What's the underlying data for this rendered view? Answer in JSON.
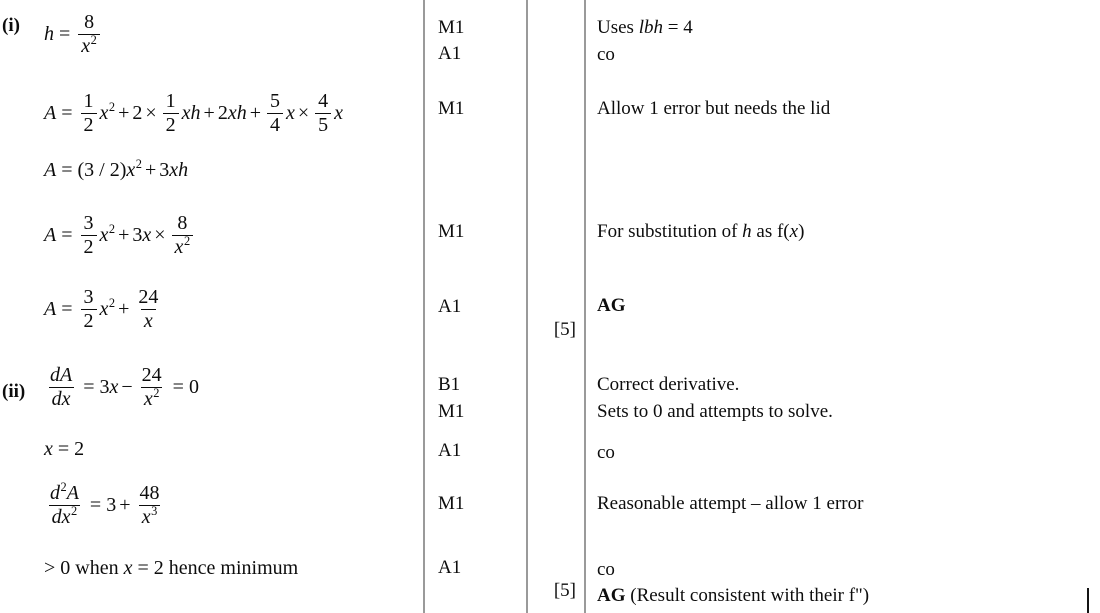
{
  "document": {
    "type": "mark-scheme",
    "columns": [
      "working",
      "marks",
      "total",
      "comments"
    ]
  },
  "parts": [
    {
      "label": "(i)",
      "total": "[5]",
      "lines": [
        {
          "math": "h = 8 / x^2",
          "mark": "M1",
          "comment": "Uses lbh = 4"
        },
        {
          "math": "",
          "mark": "A1",
          "comment": "co"
        },
        {
          "math": "A = (1/2)x^2 + 2 x (1/2)xh + 2xh + (5/4)x x (4/5)x",
          "mark": "M1",
          "comment": "Allow 1 error but needs the lid"
        },
        {
          "math": "A = (3/2)x^2 + 3xh",
          "mark": "",
          "comment": ""
        },
        {
          "math": "A = (3/2)x^2 + 3x x 8/x^2",
          "mark": "M1",
          "comment": "For substitution of h as f(x)"
        },
        {
          "math": "A = (3/2)x^2 + 24/x",
          "mark": "A1",
          "comment": "AG"
        }
      ]
    },
    {
      "label": "(ii)",
      "total": "[5]",
      "lines": [
        {
          "math": "dA/dx = 3x - 24/x^2 = 0",
          "mark": "B1",
          "comment": "Correct derivative."
        },
        {
          "math": "",
          "mark": "M1",
          "comment": "Sets to 0 and attempts to solve."
        },
        {
          "math": "x = 2",
          "mark": "A1",
          "comment": "co"
        },
        {
          "math": "d^2A/dx^2 = 3 + 48/x^3",
          "mark": "M1",
          "comment": "Reasonable attempt – allow 1 error"
        },
        {
          "math": "> 0 when x = 2 hence minimum",
          "mark": "A1",
          "comment": "co"
        },
        {
          "math": "",
          "mark": "",
          "comment": "AG (Result consistent with their f\")"
        }
      ]
    }
  ],
  "working": {
    "part_i_label": "(i)",
    "part_ii_label": "(ii)",
    "h_var": "h",
    "eq": "=",
    "A_var": "A",
    "x_var": "x",
    "num_8": "8",
    "den_x2_base": "x",
    "exp_2": "2",
    "exp_3": "3",
    "one": "1",
    "two": "2",
    "three": "3",
    "four": "4",
    "five": "5",
    "num_24": "24",
    "num_48": "48",
    "num_3x": "3x",
    "times_sym": "×",
    "plus": "+",
    "minus": "−",
    "zero": "0",
    "xh": "xh",
    "two_xh": "2xh",
    "three_xh": "3xh",
    "paren_three_over_two": "(3 / 2)",
    "x_equals_2": "x = 2",
    "d": "d",
    "dA": "dA",
    "dx": "dx",
    "gt_zero_text_1": "> 0 when ",
    "gt_zero_text_2": " = 2 hence minimum"
  },
  "marks": {
    "m1": "M1",
    "a1": "A1",
    "b1": "B1",
    "total_i": "[5]",
    "total_ii": "[5]"
  },
  "comments": {
    "uses_prefix": "Uses ",
    "uses_italic": "lbh",
    "uses_suffix": " = 4",
    "co": "co",
    "allow_1_error_lid": "Allow 1 error but needs the lid",
    "for_sub_prefix": "For substitution of ",
    "for_sub_h": "h",
    "for_sub_mid": " as f(",
    "for_sub_x": "x",
    "for_sub_suffix": ")",
    "ag": "AG",
    "correct_derivative": "Correct derivative.",
    "sets_to_zero": "Sets to 0 and attempts to solve.",
    "reasonable_attempt": "Reasonable attempt – allow 1 error",
    "ag_result_suffix": " (Result consistent with their f\")"
  }
}
